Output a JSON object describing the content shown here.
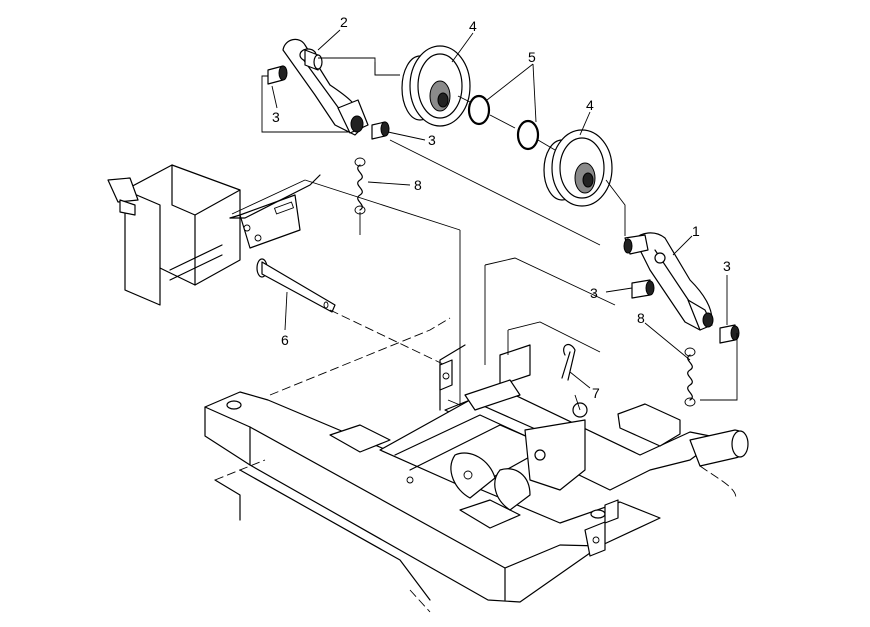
{
  "callouts": {
    "c1": "1",
    "c2": "2",
    "c3a": "3",
    "c3b": "3",
    "c3c": "3",
    "c3d": "3",
    "c4a": "4",
    "c4b": "4",
    "c5": "5",
    "c6": "6",
    "c7": "7",
    "c8a": "8",
    "c8b": "8"
  }
}
